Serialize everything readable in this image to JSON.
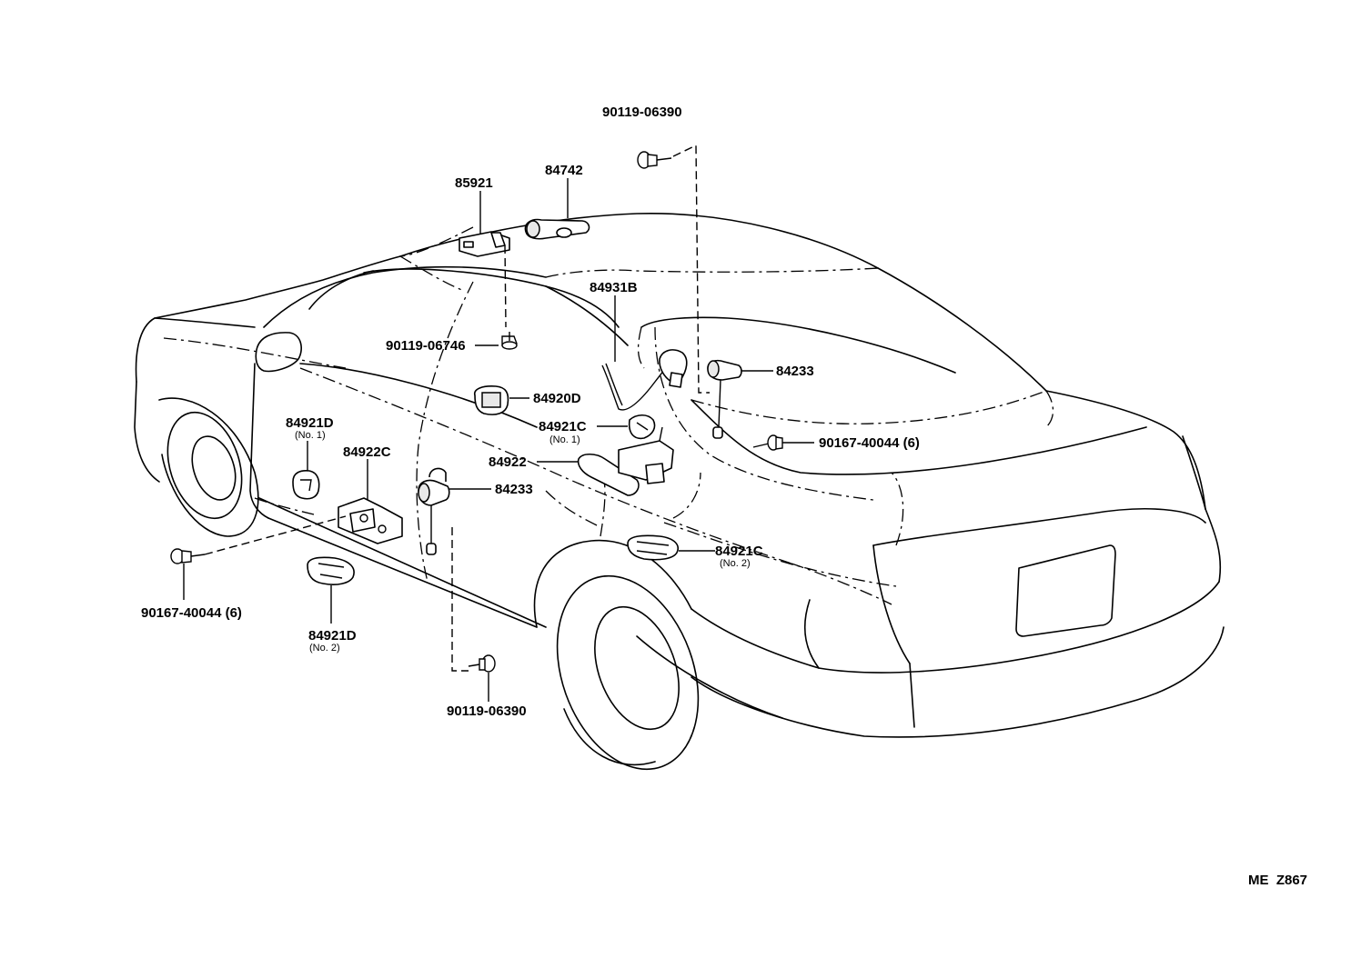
{
  "parts": [
    {
      "key": "p_90119_06390_top",
      "number": "90119-06390"
    },
    {
      "key": "p_84742",
      "number": "84742"
    },
    {
      "key": "p_85921",
      "number": "85921"
    },
    {
      "key": "p_84931B",
      "number": "84931B"
    },
    {
      "key": "p_90119_06746",
      "number": "90119-06746"
    },
    {
      "key": "p_84233_right",
      "number": "84233"
    },
    {
      "key": "p_84920D",
      "number": "84920D"
    },
    {
      "key": "p_84921C_no1",
      "number": "84921C",
      "note": "(No. 1)"
    },
    {
      "key": "p_84921D_no1",
      "number": "84921D",
      "note": "(No. 1)"
    },
    {
      "key": "p_90167_40044_right",
      "number": "90167-40044 (6)"
    },
    {
      "key": "p_84922",
      "number": "84922"
    },
    {
      "key": "p_84922C",
      "number": "84922C"
    },
    {
      "key": "p_84233_left",
      "number": "84233"
    },
    {
      "key": "p_84921C_no2",
      "number": "84921C",
      "note": "(No. 2)"
    },
    {
      "key": "p_90167_40044_left",
      "number": "90167-40044 (6)"
    },
    {
      "key": "p_84921D_no2",
      "number": "84921D",
      "note": "(No. 2)"
    },
    {
      "key": "p_90119_06390_bottom",
      "number": "90119-06390"
    }
  ],
  "figure_code": "ME  Z867"
}
